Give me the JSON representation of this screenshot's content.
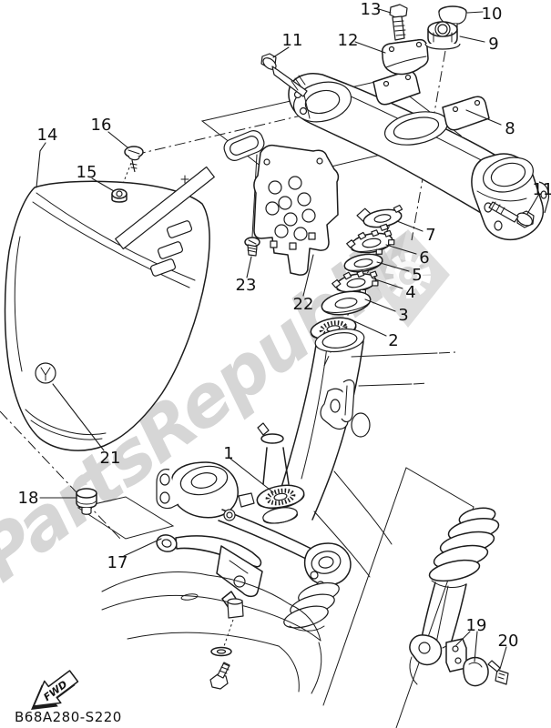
{
  "watermark": {
    "text": "PartsRepublik",
    "gear_icon": "gear-icon",
    "color": "#bdbdbd"
  },
  "footer": {
    "diagram_code": "B68A280-S220"
  },
  "direction_arrow": {
    "label": "FWD"
  },
  "callouts": {
    "1": "1",
    "2": "2",
    "3": "3",
    "4": "4",
    "5": "5",
    "6": "6",
    "7": "7",
    "8": "8",
    "9": "9",
    "10": "10",
    "11": "11",
    "12": "12",
    "13": "13",
    "14": "14",
    "15": "15",
    "16": "16",
    "17": "17",
    "18": "18",
    "19": "19",
    "20": "20",
    "21": "21",
    "22": "22",
    "23": "23"
  },
  "colors": {
    "ink": "#1c1c1c",
    "watermark": "#bdbdbd",
    "background": "#ffffff"
  }
}
